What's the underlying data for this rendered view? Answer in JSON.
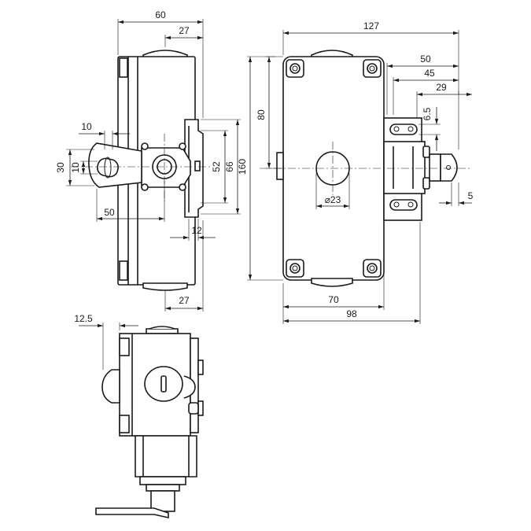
{
  "dimensions": {
    "side_width": "60",
    "side_top_offset": "27",
    "side_bottom_offset": "27",
    "lever_width": "10",
    "lever_height_outer": "30",
    "lever_height_inner": "10",
    "lever_reach": "50",
    "bracket_height_52": "52",
    "bracket_height_66": "66",
    "bracket_depth_12": "12",
    "total_width": "127",
    "front_width_50": "50",
    "front_width_45": "45",
    "front_width_29": "29",
    "slot_6_5": "6.5",
    "button_offset_5": "5",
    "height_80": "80",
    "height_160": "160",
    "button_diameter": "⌀23",
    "body_width_70": "70",
    "body_width_98": "98",
    "bottom_offset_12_5": "12.5"
  },
  "colors": {
    "line": "#1a1a1a",
    "background": "#ffffff",
    "button_fill": "#d8d8d8"
  }
}
